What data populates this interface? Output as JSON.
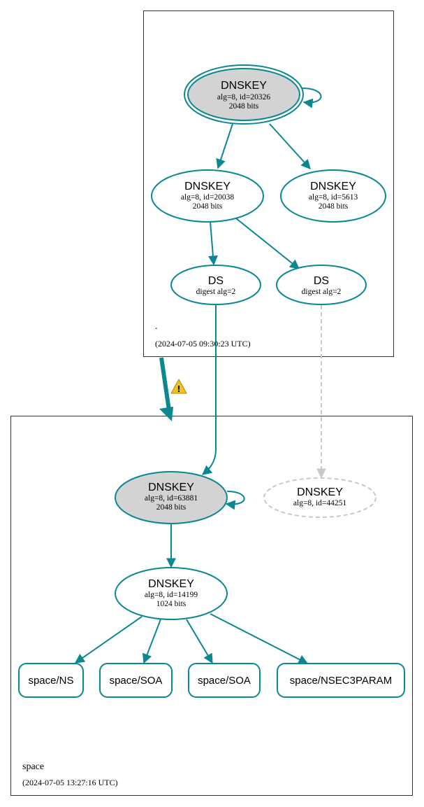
{
  "colors": {
    "edge": "#0a8791",
    "missing": "#c8c8c8",
    "sep_fill": "#d3d3d3",
    "warning": "#f0c419"
  },
  "zones": {
    "root": {
      "label": ".",
      "timestamp": "(2024-07-05 09:30:23 UTC)"
    },
    "space": {
      "label": "space",
      "timestamp": "(2024-07-05 13:27:16 UTC)"
    }
  },
  "nodes": {
    "root_ksk": {
      "title": "DNSKEY",
      "line1": "alg=8, id=20326",
      "line2": "2048 bits"
    },
    "root_zsk1": {
      "title": "DNSKEY",
      "line1": "alg=8, id=20038",
      "line2": "2048 bits"
    },
    "root_zsk2": {
      "title": "DNSKEY",
      "line1": "alg=8, id=5613",
      "line2": "2048 bits"
    },
    "ds1": {
      "title": "DS",
      "line1": "digest alg=2"
    },
    "ds2": {
      "title": "DS",
      "line1": "digest alg=2"
    },
    "space_ksk": {
      "title": "DNSKEY",
      "line1": "alg=8, id=63881",
      "line2": "2048 bits"
    },
    "space_missing": {
      "title": "DNSKEY",
      "line1": "alg=8, id=44251"
    },
    "space_zsk": {
      "title": "DNSKEY",
      "line1": "alg=8, id=14199",
      "line2": "1024 bits"
    }
  },
  "rrsets": {
    "ns": "space/NS",
    "soa1": "space/SOA",
    "soa2": "space/SOA",
    "nsec3param": "space/NSEC3PARAM"
  },
  "icons": {
    "delegation_warning": "warning-icon"
  }
}
